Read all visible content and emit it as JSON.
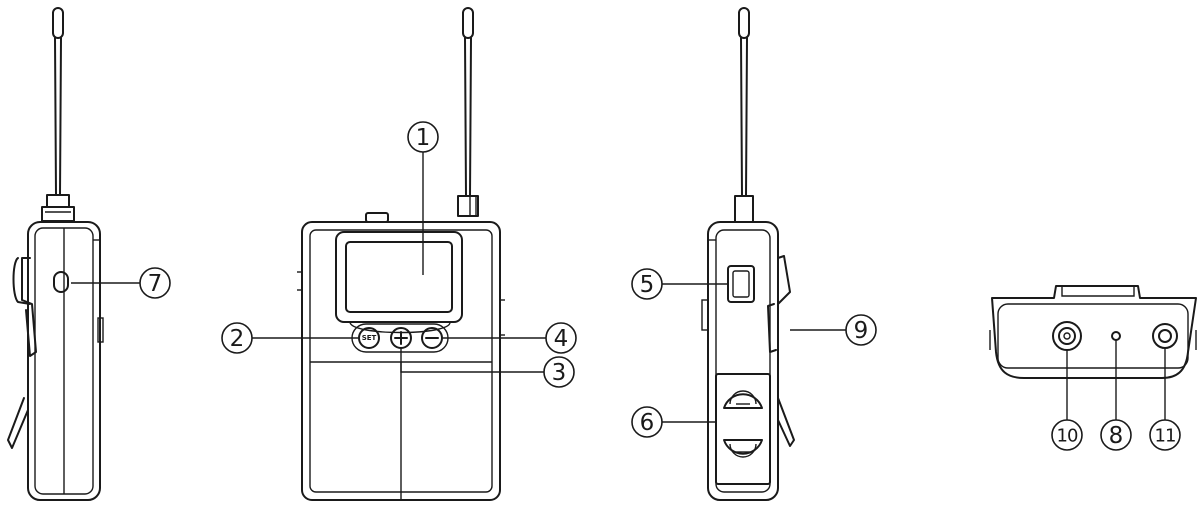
{
  "callouts": {
    "c1": "1",
    "c2": "2",
    "c3": "3",
    "c4": "4",
    "c5": "5",
    "c6": "6",
    "c7": "7",
    "c8": "8",
    "c9": "9",
    "c10": "10",
    "c11": "11"
  },
  "buttons": {
    "set": "SET"
  }
}
